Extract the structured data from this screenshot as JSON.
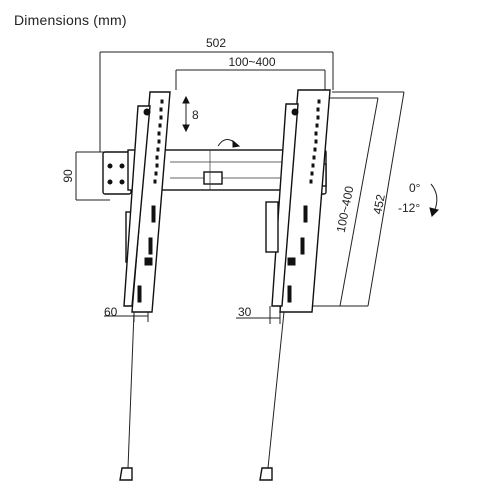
{
  "title": "Dimensions (mm)",
  "dimensions": {
    "overall_width": "502",
    "vesa_horizontal": "100~400",
    "height_adjust": "8",
    "bracket_height": "90",
    "vesa_vertical": "100~400",
    "overall_height": "452",
    "left_offset": "60",
    "right_offset": "30"
  },
  "tilt": {
    "upper": "0°",
    "lower": "-12°"
  }
}
